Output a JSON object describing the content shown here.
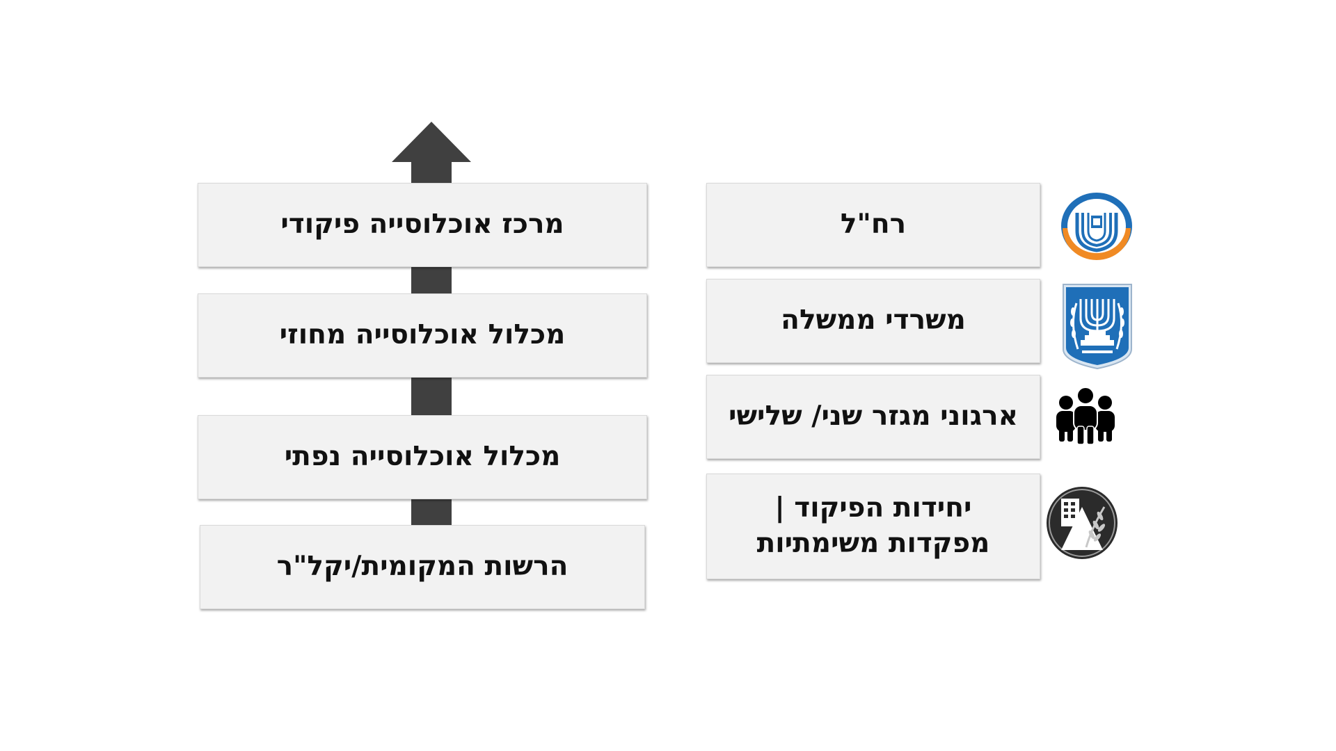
{
  "process_steps": [
    {
      "label": "מרכז אוכלוסייה פיקודי"
    },
    {
      "label": "מכלול אוכלוסייה מחוזי"
    },
    {
      "label": "מכלול אוכלוסייה נפתי"
    },
    {
      "label": "הרשות המקומית/יקל\"ר"
    }
  ],
  "partners": [
    {
      "label": "רח\"ל",
      "icon": "emergency-authority-emblem-icon"
    },
    {
      "label": "משרדי ממשלה",
      "icon": "state-emblem-menorah-icon"
    },
    {
      "label": "ארגוני מגזר שני/ שלישי",
      "icon": "people-group-icon"
    },
    {
      "label_line1": "יחידות הפיקוד |",
      "label_line2": "מפקדות משימתיות",
      "icon": "home-front-command-emblem-icon"
    }
  ],
  "colors": {
    "box_fill": "#f2f2f2",
    "arrow": "#404040",
    "emblem_blue": "#1f6fb8",
    "emblem_orange": "#f08a24"
  }
}
